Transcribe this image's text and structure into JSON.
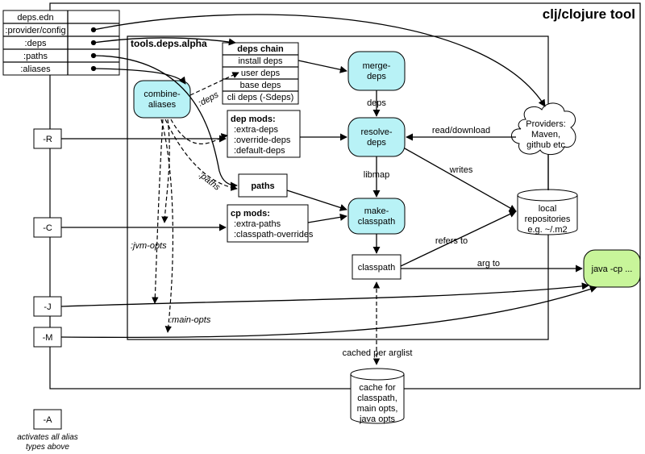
{
  "title": "clj/clojure tool",
  "deps_edn": {
    "header": "deps.edn",
    "keys": [
      ":provider/config",
      ":deps",
      ":paths",
      ":aliases"
    ]
  },
  "tools_deps_label": "tools.deps.alpha",
  "deps_chain": {
    "header": "deps chain",
    "items": [
      "install deps",
      "user deps",
      "base deps",
      "cli deps (-Sdeps)"
    ]
  },
  "processes": {
    "combine_aliases": [
      "combine-",
      "aliases"
    ],
    "merge_deps": [
      "merge-",
      "deps"
    ],
    "resolve_deps": [
      "resolve-",
      "deps"
    ],
    "make_classpath": [
      "make-",
      "classpath"
    ]
  },
  "dep_mods": {
    "header": "dep mods:",
    "items": [
      ":extra-deps",
      ":override-deps",
      ":default-deps"
    ]
  },
  "cp_mods": {
    "header": "cp mods:",
    "items": [
      ":extra-paths",
      ":classpath-overrides"
    ]
  },
  "paths_box": "paths",
  "classpath_box": "classpath",
  "providers": [
    "Providers:",
    "Maven,",
    "github etc"
  ],
  "local_repos": [
    "local",
    "repositories",
    "e.g. ~/.m2"
  ],
  "cache": [
    "cache for",
    "classpath,",
    "main opts,",
    "java opts"
  ],
  "java": "java -cp ...",
  "flags": [
    "-R",
    "-C",
    "-J",
    "-M",
    "-A"
  ],
  "activates_note": [
    "activates all alias",
    "types above"
  ],
  "edge_labels": {
    "deps": ":deps",
    "paths": ":paths",
    "jvm_opts": ":jvm-opts",
    "main_opts": ":main-opts",
    "deps_flow": "deps",
    "libmap": "libmap",
    "read_download": "read/download",
    "writes": "writes",
    "refers_to": "refers to",
    "arg_to": "arg to",
    "cached": "cached per arglist"
  },
  "colors": {
    "process_fill": "#b8f2f6",
    "java_fill": "#c8f59a",
    "line": "#000000"
  }
}
